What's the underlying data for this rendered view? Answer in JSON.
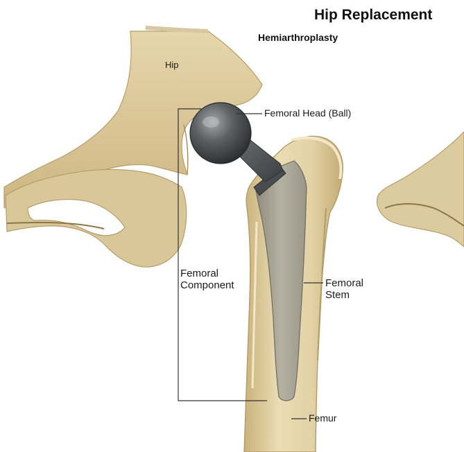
{
  "figure": {
    "title": "Hip Replacement",
    "subtitle": "Hemiarthroplasty"
  },
  "labels": {
    "hip": "Hip",
    "femoral_head": "Femoral Head (Ball)",
    "femoral_component_line1": "Femoral",
    "femoral_component_line2": "Component",
    "femoral_stem_line1": "Femoral",
    "femoral_stem_line2": "Stem",
    "femur": "Femur"
  },
  "colors": {
    "bone": "#e0d0a4",
    "bone_shadow": "#c4ad78",
    "bone_highlight": "#efe4c3",
    "implant_metal": "#5a5d60",
    "stem_gray": "#a6a394",
    "leader_line": "#333333"
  }
}
